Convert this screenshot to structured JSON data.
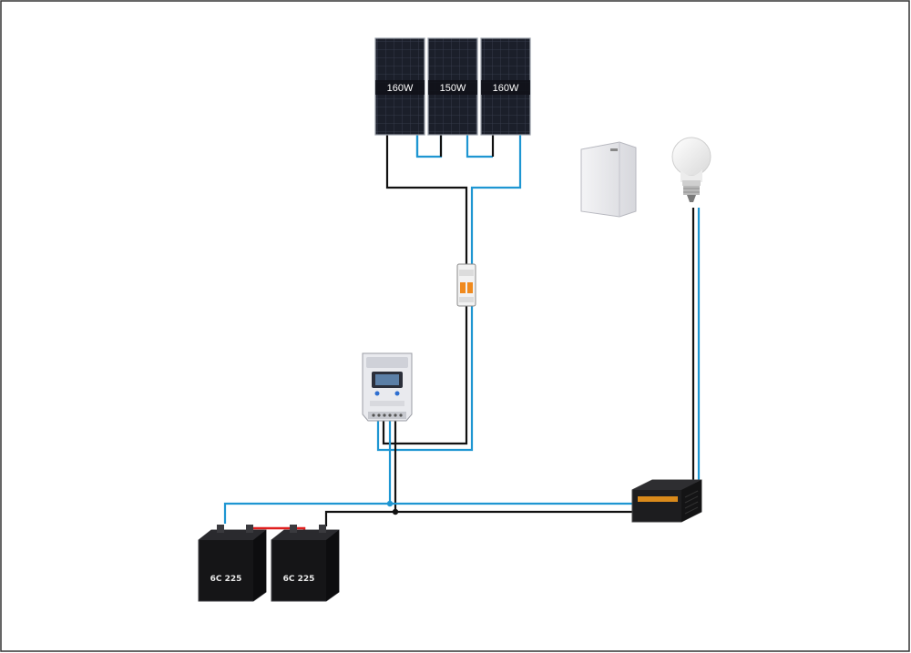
{
  "colors": {
    "wire_negative": "#111111",
    "wire_positive": "#1e96d2",
    "battery_link": "#e01e1e",
    "frame": "#333333"
  },
  "solar_panels": [
    {
      "label": "160W"
    },
    {
      "label": "150W"
    },
    {
      "label": "160W"
    }
  ],
  "breaker": {
    "icon": "dc-breaker-icon"
  },
  "charge_controller": {
    "icon": "mppt-controller-icon"
  },
  "batteries": [
    {
      "label": "6C 225"
    },
    {
      "label": "6C 225"
    }
  ],
  "inverter": {
    "icon": "power-inverter-icon"
  },
  "loads": [
    {
      "icon": "mini-fridge-icon"
    },
    {
      "icon": "light-bulb-icon"
    }
  ]
}
